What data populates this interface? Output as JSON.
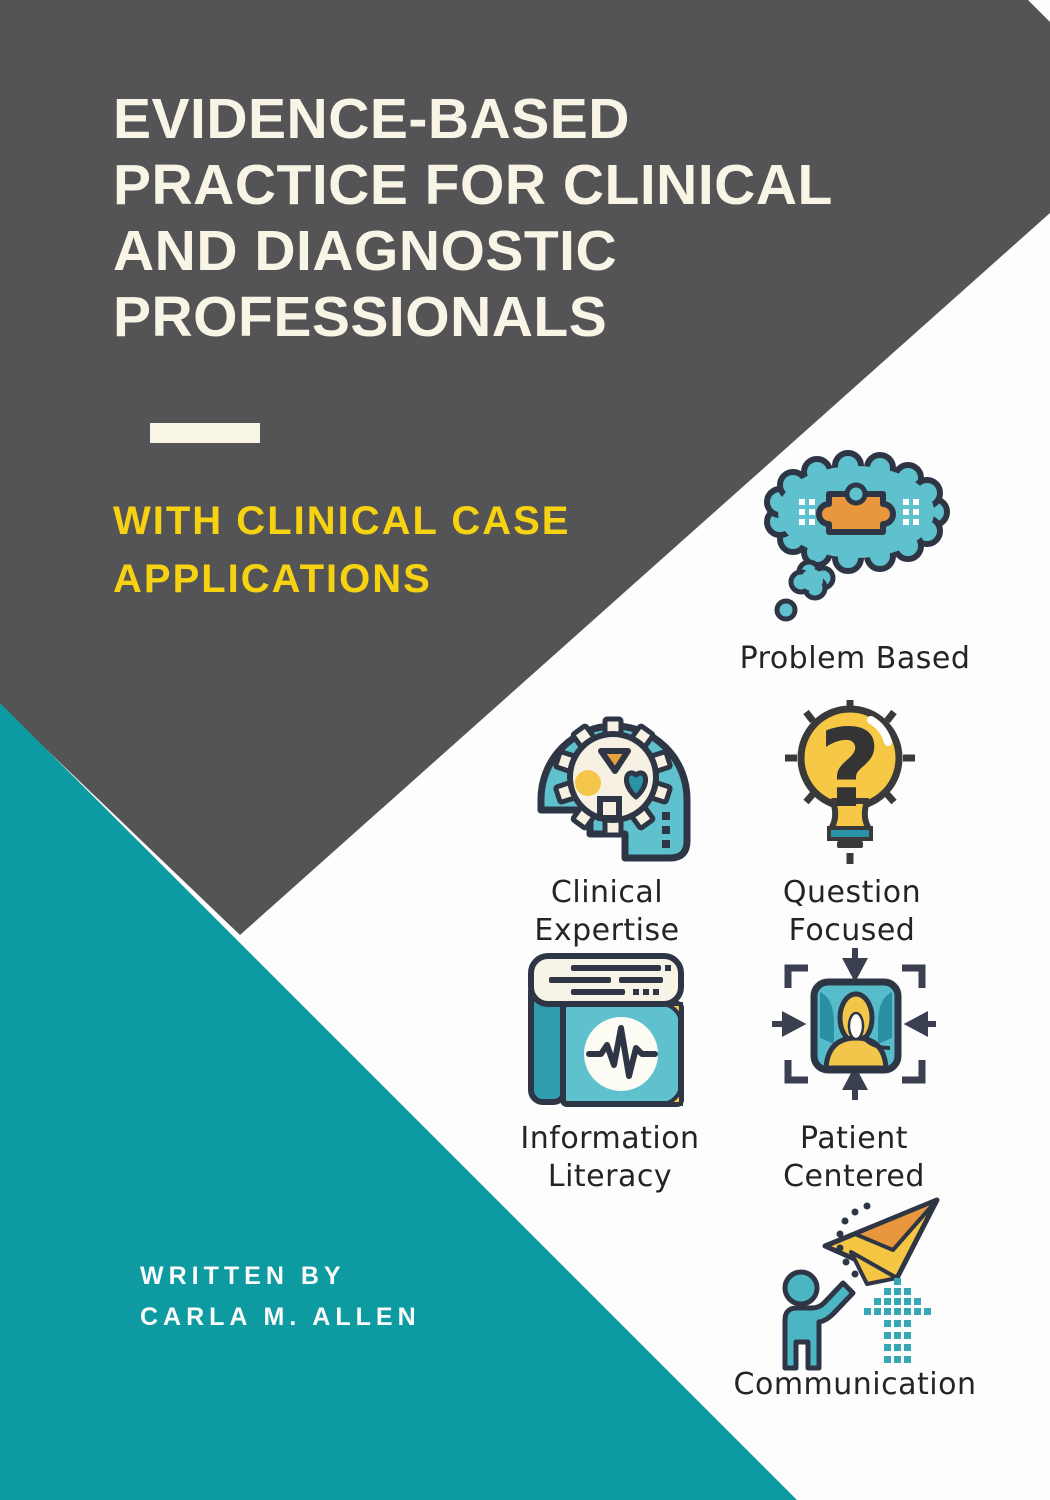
{
  "cover": {
    "title_lines": [
      "EVIDENCE-BASED",
      "PRACTICE FOR CLINICAL",
      "AND DIAGNOSTIC",
      "PROFESSIONALS"
    ],
    "subtitle_lines": [
      "WITH CLINICAL CASE",
      "APPLICATIONS"
    ],
    "byline_label": "WRITTEN BY",
    "author_name": "CARLA M. ALLEN"
  },
  "concepts": [
    {
      "id": "problem-based",
      "icon": "thought-bubble-puzzle-icon",
      "label_lines": [
        "Problem Based"
      ]
    },
    {
      "id": "clinical-expertise",
      "icon": "head-gear-icon",
      "label_lines": [
        "Clinical",
        "Expertise"
      ]
    },
    {
      "id": "question-focused",
      "icon": "lightbulb-question-icon",
      "label_lines": [
        "Question",
        "Focused"
      ]
    },
    {
      "id": "information-literacy",
      "icon": "medical-book-icon",
      "label_lines": [
        "Information",
        "Literacy"
      ]
    },
    {
      "id": "patient-centered",
      "icon": "patient-frame-icon",
      "label_lines": [
        "Patient",
        "Centered"
      ]
    },
    {
      "id": "communication",
      "icon": "person-paper-plane-icon",
      "label_lines": [
        "Communication"
      ]
    }
  ],
  "icons": {
    "question_glyph": "?"
  },
  "colors": {
    "background": "#fdfdfd",
    "slate_panel": "#545457",
    "teal_panel": "#0e9aa1",
    "title_cream": "#f8f4e6",
    "subtitle_yellow": "#f6d211",
    "byline_white": "#fbfbfb",
    "icon_teal": "#5ec1cd",
    "icon_dark_outline": "#2e3646",
    "icon_orange": "#e8973d",
    "icon_yellow": "#f4c64a",
    "icon_deep_teal": "#2b93a8",
    "label_text": "#242424"
  }
}
